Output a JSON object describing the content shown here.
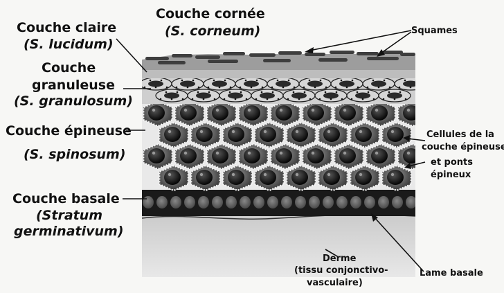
{
  "labels": {
    "cornee_title": "Couche cornée",
    "cornee_latin": "(S. corneum)",
    "claire_title": "Couche claire",
    "claire_latin": "(S. lucidum)",
    "granuleuse_line1": "Couche",
    "granuleuse_line2": "granuleuse",
    "granuleuse_latin": "(S. granulosum)",
    "epineuse_title": "Couche épineuse",
    "epineuse_latin": "(S. spinosum)",
    "basale_title": "Couche basale",
    "basale_latin1": "(Stratum",
    "basale_latin2": "germinativum)",
    "squames": "Squames",
    "cellules_line1": "Cellules de la",
    "cellules_line2": "couche épineuse",
    "cellules_line3": "et ponts",
    "cellules_line4": "épineux",
    "derme_line1": "Derme",
    "derme_line2": "(tissu conjonctivo-",
    "derme_line3": "vasculaire)",
    "lame_basale": "Lame basale"
  }
}
